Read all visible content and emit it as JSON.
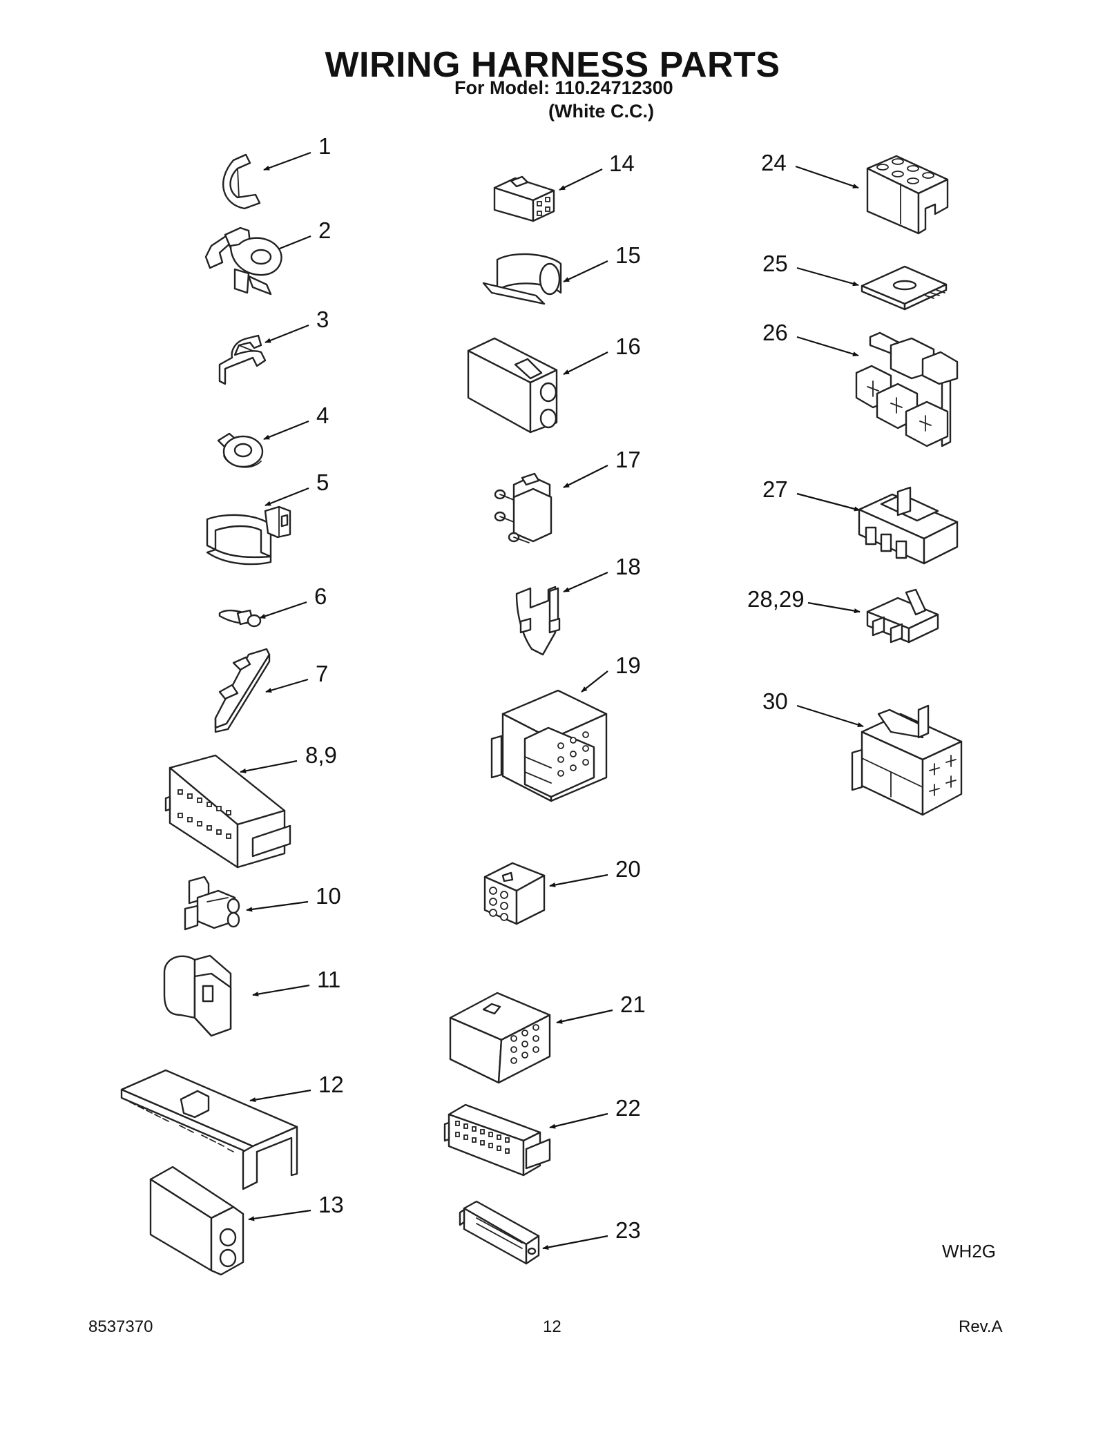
{
  "header": {
    "title": "WIRING HARNESS PARTS",
    "model_line": "For Model: 110.24712300",
    "variant_line": "(White C.C.)"
  },
  "callouts": [
    {
      "id": "c1",
      "label": "1"
    },
    {
      "id": "c2",
      "label": "2"
    },
    {
      "id": "c3",
      "label": "3"
    },
    {
      "id": "c4",
      "label": "4"
    },
    {
      "id": "c5",
      "label": "5"
    },
    {
      "id": "c6",
      "label": "6"
    },
    {
      "id": "c7",
      "label": "7"
    },
    {
      "id": "c89",
      "label": "8,9"
    },
    {
      "id": "c10",
      "label": "10"
    },
    {
      "id": "c11",
      "label": "11"
    },
    {
      "id": "c12",
      "label": "12"
    },
    {
      "id": "c13",
      "label": "13"
    },
    {
      "id": "c14",
      "label": "14"
    },
    {
      "id": "c15",
      "label": "15"
    },
    {
      "id": "c16",
      "label": "16"
    },
    {
      "id": "c17",
      "label": "17"
    },
    {
      "id": "c18",
      "label": "18"
    },
    {
      "id": "c19",
      "label": "19"
    },
    {
      "id": "c20",
      "label": "20"
    },
    {
      "id": "c21",
      "label": "21"
    },
    {
      "id": "c22",
      "label": "22"
    },
    {
      "id": "c23",
      "label": "23"
    },
    {
      "id": "c24",
      "label": "24"
    },
    {
      "id": "c25",
      "label": "25"
    },
    {
      "id": "c26",
      "label": "26"
    },
    {
      "id": "c27",
      "label": "27"
    },
    {
      "id": "c2829",
      "label": "28,29"
    },
    {
      "id": "c30",
      "label": "30"
    }
  ],
  "diagram_code": "WH2G",
  "footer": {
    "doc_number": "8537370",
    "page_number": "12",
    "revision": "Rev.A"
  }
}
